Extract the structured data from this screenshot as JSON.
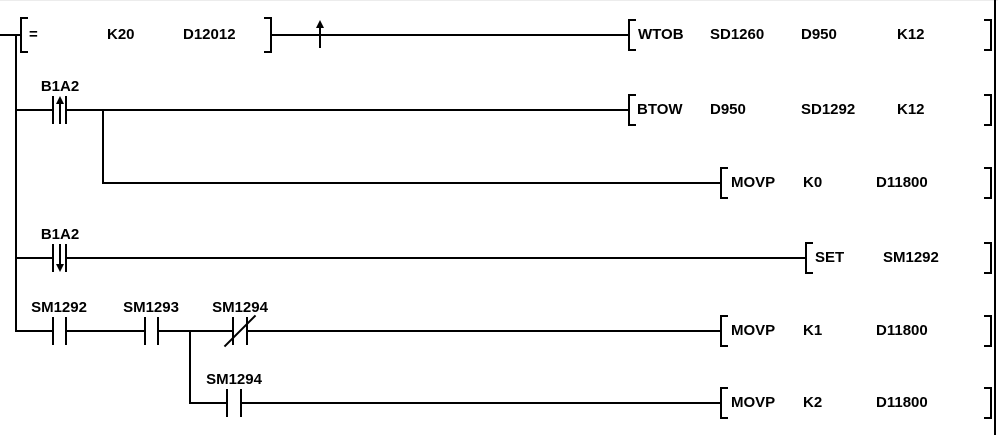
{
  "app": {
    "view": "plc-ladder-diagram"
  },
  "colors": {
    "background": "#ffffff",
    "line": "#000000",
    "top_border": "#ececec"
  },
  "ladder": {
    "rung1": {
      "compare": {
        "operator": "=",
        "operand1": "K20",
        "operand2": "D12012"
      },
      "pulse_icon": "rising-pulse",
      "instruction": {
        "name": "WTOB",
        "arg1": "SD1260",
        "arg2": "D950",
        "arg3": "K12"
      }
    },
    "rung2": {
      "contact": {
        "label": "B1A2",
        "type": "rising-edge-contact"
      },
      "instruction": {
        "name": "BTOW",
        "arg1": "D950",
        "arg2": "SD1292",
        "arg3": "K12"
      },
      "branch": {
        "instruction": {
          "name": "MOVP",
          "arg1": "K0",
          "arg2": "D11800"
        }
      }
    },
    "rung3": {
      "contact": {
        "label": "B1A2",
        "type": "falling-edge-contact"
      },
      "instruction": {
        "name": "SET",
        "arg1": "SM1292"
      }
    },
    "rung4": {
      "contact1": {
        "label": "SM1292",
        "type": "normally-open-contact"
      },
      "contact2": {
        "label": "SM1293",
        "type": "normally-open-contact"
      },
      "contact3": {
        "label": "SM1294",
        "type": "normally-closed-contact"
      },
      "instruction": {
        "name": "MOVP",
        "arg1": "K1",
        "arg2": "D11800"
      },
      "branch": {
        "contact": {
          "label": "SM1294",
          "type": "normally-open-contact"
        },
        "instruction": {
          "name": "MOVP",
          "arg1": "K2",
          "arg2": "D11800"
        }
      }
    }
  }
}
